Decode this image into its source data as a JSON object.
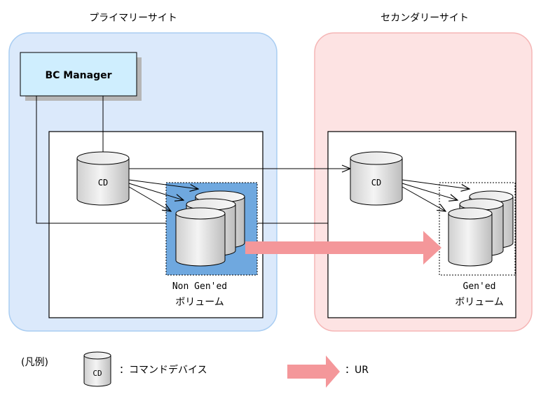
{
  "sites": {
    "primary": {
      "title": "プライマリーサイト",
      "fill": "#dbe9fb",
      "stroke": "#a9cdf2"
    },
    "secondary": {
      "title": "セカンダリーサイト",
      "fill": "#fde3e3",
      "stroke": "#f5b6b6"
    }
  },
  "bc_manager": {
    "label": "BC Manager",
    "fill": "#cfeefe"
  },
  "command_device": {
    "label": "CD"
  },
  "volumes": {
    "non_gened": {
      "line1": "Non Gen'ed",
      "line2": "ボリューム",
      "highlight": "#6fa8df"
    },
    "gened": {
      "line1": "Gen'ed",
      "line2": "ボリューム"
    }
  },
  "legend": {
    "heading": "(凡例)",
    "cd_icon_label": "CD",
    "cd_desc": "：コマンドデバイス",
    "ur_desc": "：UR",
    "ur_color": "#f4979a"
  }
}
